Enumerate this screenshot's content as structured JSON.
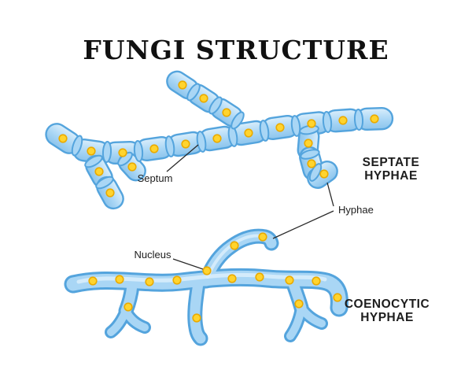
{
  "title": "FUNGI STRUCTURE",
  "labels": {
    "septum": "Septum",
    "hyphae": "Hyphae",
    "nucleus": "Nucleus",
    "septate_hyphae_line1": "SEPTATE",
    "septate_hyphae_line2": "HYPHAE",
    "coenocytic_hyphae_line1": "COENOCYTIC",
    "coenocytic_hyphae_line2": "HYPHAE"
  },
  "colors": {
    "background": "#ffffff",
    "cell_fill": "#a9d6f5",
    "cell_outline": "#54a4dd",
    "cell_highlight": "#daeefb",
    "cell_shadow": "#8cc4ec",
    "nucleus_fill": "#ffd42e",
    "nucleus_outline": "#eaaa00",
    "label_text": "#1d1d1d",
    "pointer_line": "#2a2a2a",
    "title_color": "#111111"
  }
}
